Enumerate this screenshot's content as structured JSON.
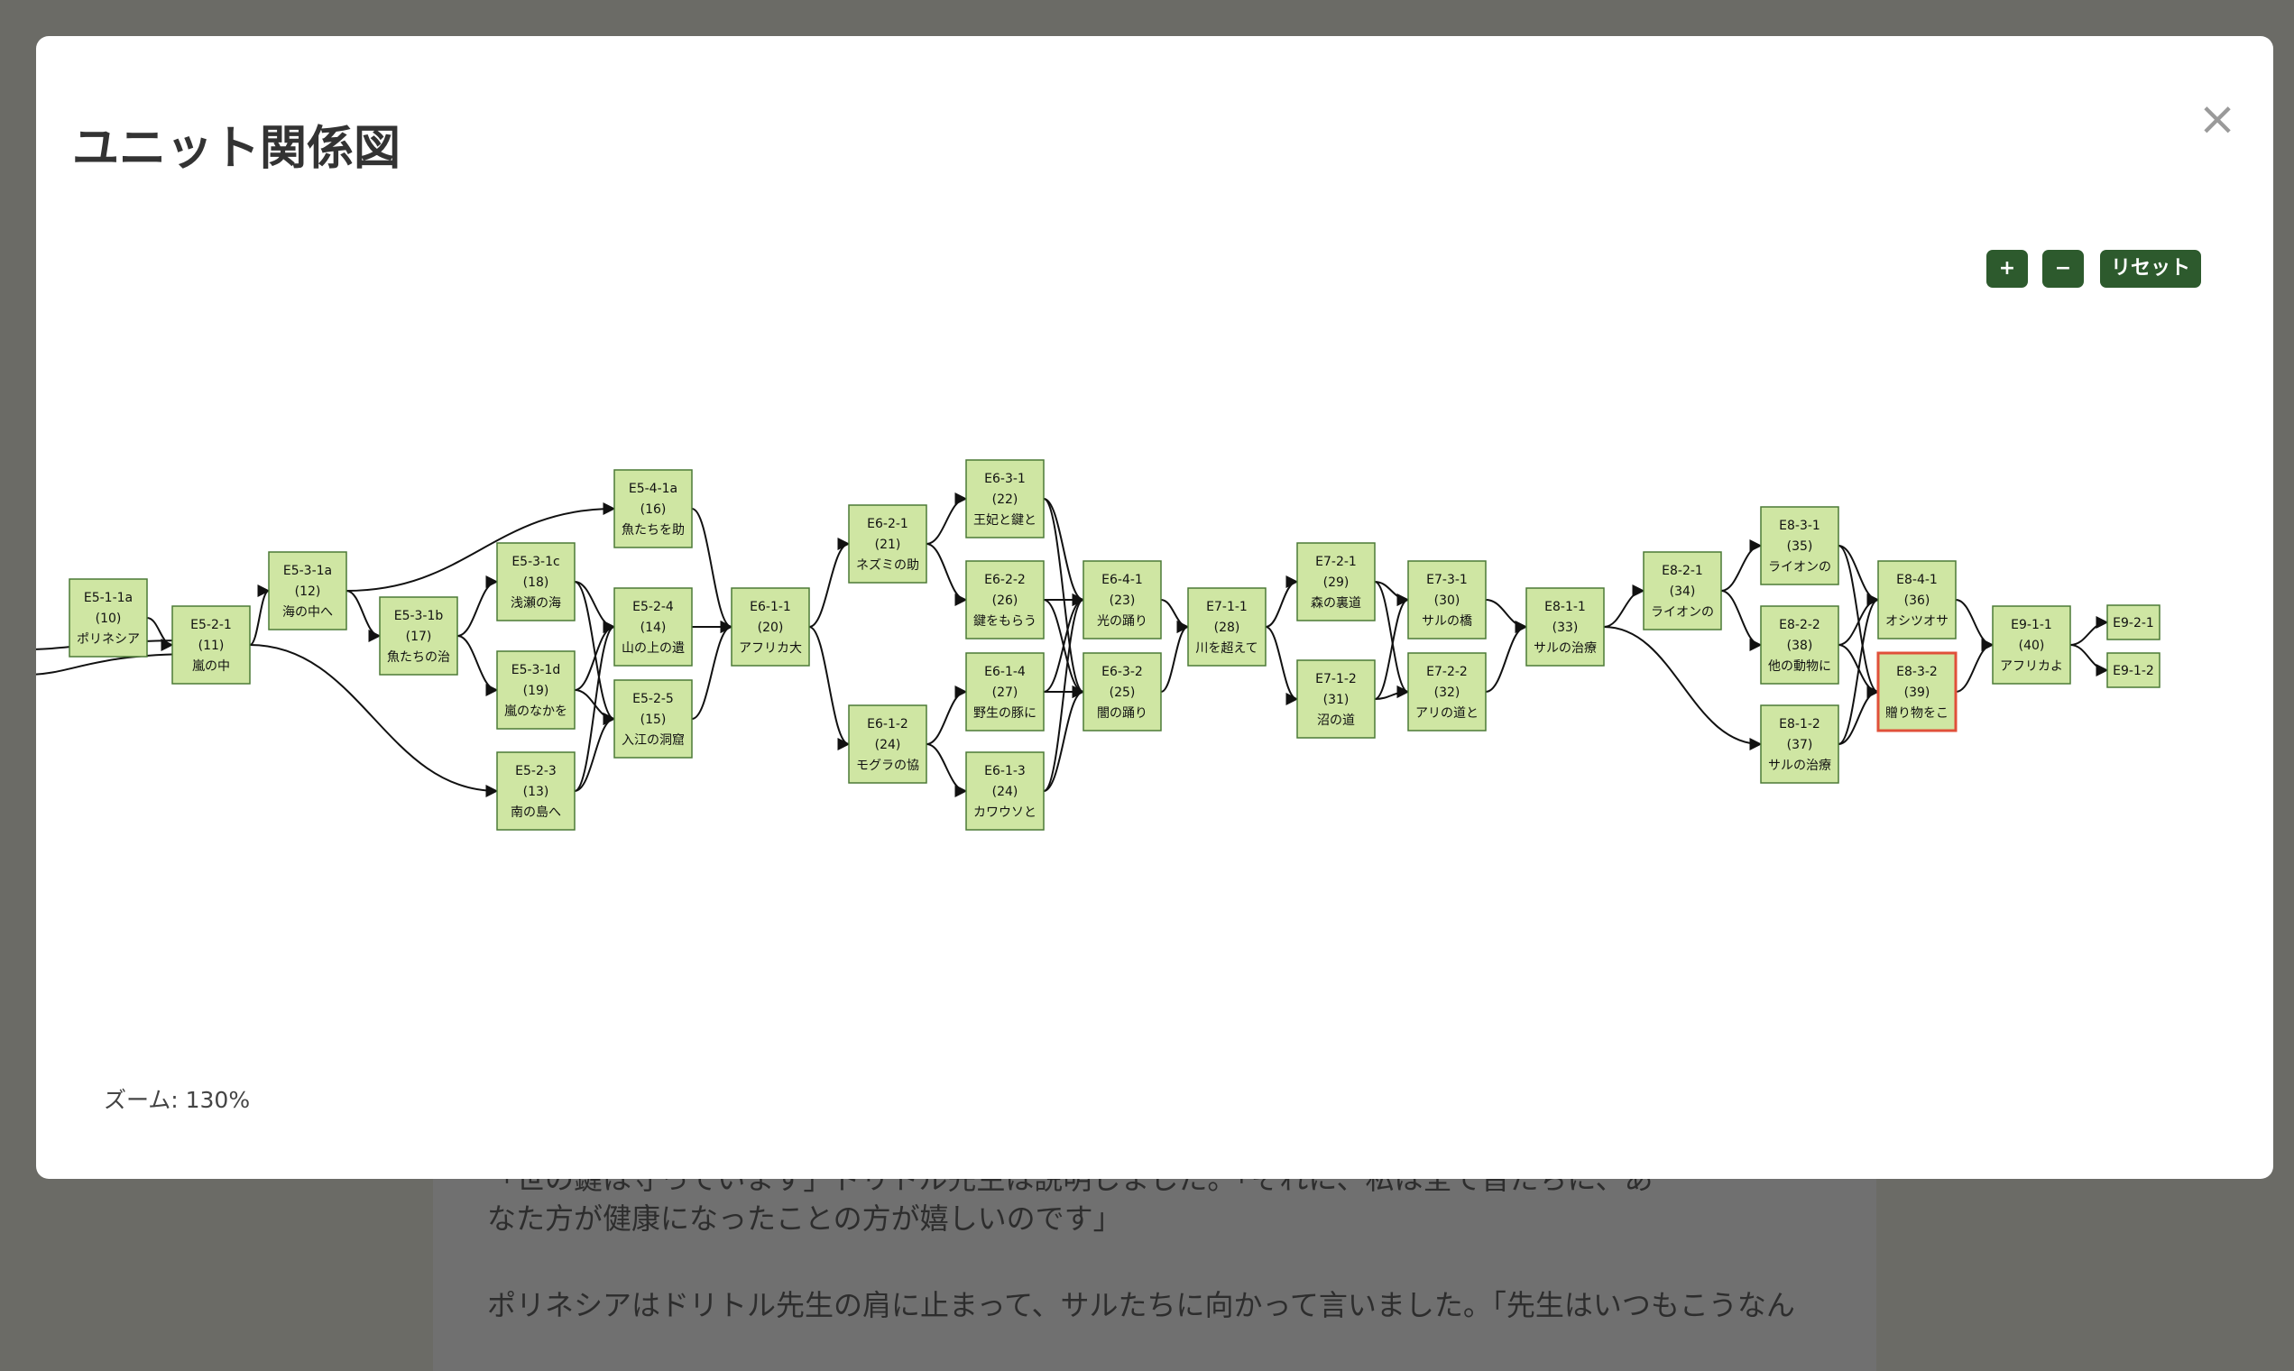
{
  "background": {
    "lines": [
      "「世の鍵は守っています」ドリトル先生は説明しました。「それに、私は全て皆たちに、あ",
      "なた方が健康になったことの方が嬉しいのです」",
      "ポリネシアはドリトル先生の肩に止まって、サルたちに向かって言いました。「先生はいつもこうなん"
    ]
  },
  "modal": {
    "title": "ユニット関係図",
    "close_label": "×",
    "zoom_in_label": "+",
    "zoom_out_label": "−",
    "reset_label": "リセット",
    "zoom_text": "ズーム: 130%"
  },
  "diagram": {
    "highlight_color": "#e0503a",
    "node_color": "#cfe6a3",
    "nodes": [
      {
        "id": "E5-1-1a",
        "num": "(10)",
        "label": "ポリネシア"
      },
      {
        "id": "E5-2-1",
        "num": "(11)",
        "label": "嵐の中"
      },
      {
        "id": "E5-3-1a",
        "num": "(12)",
        "label": "海の中へ"
      },
      {
        "id": "E5-3-1b",
        "num": "(17)",
        "label": "魚たちの治"
      },
      {
        "id": "E5-3-1c",
        "num": "(18)",
        "label": "浅瀬の海"
      },
      {
        "id": "E5-3-1d",
        "num": "(19)",
        "label": "嵐のなかを"
      },
      {
        "id": "E5-2-3",
        "num": "(13)",
        "label": "南の島へ"
      },
      {
        "id": "E5-4-1a",
        "num": "(16)",
        "label": "魚たちを助"
      },
      {
        "id": "E5-2-4",
        "num": "(14)",
        "label": "山の上の遺"
      },
      {
        "id": "E5-2-5",
        "num": "(15)",
        "label": "入江の洞窟"
      },
      {
        "id": "E6-1-1",
        "num": "(20)",
        "label": "アフリカ大"
      },
      {
        "id": "E6-2-1",
        "num": "(21)",
        "label": "ネズミの助"
      },
      {
        "id": "E6-1-2",
        "num": "(24)",
        "label": "モグラの協"
      },
      {
        "id": "E6-3-1",
        "num": "(22)",
        "label": "王妃と鍵と"
      },
      {
        "id": "E6-2-2",
        "num": "(26)",
        "label": "鍵をもらう"
      },
      {
        "id": "E6-1-4",
        "num": "(27)",
        "label": "野生の豚に"
      },
      {
        "id": "E6-1-3",
        "num": "(24)",
        "label": "カワウソと"
      },
      {
        "id": "E6-4-1",
        "num": "(23)",
        "label": "光の踊り"
      },
      {
        "id": "E6-3-2",
        "num": "(25)",
        "label": "闇の踊り"
      },
      {
        "id": "E7-1-1",
        "num": "(28)",
        "label": "川を超えて"
      },
      {
        "id": "E7-2-1",
        "num": "(29)",
        "label": "森の裏道"
      },
      {
        "id": "E7-1-2",
        "num": "(31)",
        "label": "沼の道"
      },
      {
        "id": "E7-3-1",
        "num": "(30)",
        "label": "サルの橋"
      },
      {
        "id": "E7-2-2",
        "num": "(32)",
        "label": "アリの道と"
      },
      {
        "id": "E8-1-1",
        "num": "(33)",
        "label": "サルの治療"
      },
      {
        "id": "E8-2-1",
        "num": "(34)",
        "label": "ライオンの"
      },
      {
        "id": "E8-3-1",
        "num": "(35)",
        "label": "ライオンの"
      },
      {
        "id": "E8-2-2",
        "num": "(38)",
        "label": "他の動物に"
      },
      {
        "id": "E8-1-2",
        "num": "(37)",
        "label": "サルの治療"
      },
      {
        "id": "E8-4-1",
        "num": "(36)",
        "label": "オシツオサ"
      },
      {
        "id": "E8-3-2",
        "num": "(39)",
        "label": "贈り物をこ",
        "highlighted": true
      },
      {
        "id": "E9-1-1",
        "num": "(40)",
        "label": "アフリカよ"
      },
      {
        "id": "E9-2-1",
        "num": "",
        "label": ""
      },
      {
        "id": "E9-1-2",
        "num": "",
        "label": ""
      }
    ],
    "edges": [
      [
        "E5-1-1a",
        "E5-2-1"
      ],
      [
        "E5-2-1",
        "E5-3-1a"
      ],
      [
        "E5-2-1",
        "E5-2-3"
      ],
      [
        "E5-3-1a",
        "E5-4-1a"
      ],
      [
        "E5-3-1a",
        "E5-3-1b"
      ],
      [
        "E5-3-1b",
        "E5-3-1c"
      ],
      [
        "E5-3-1b",
        "E5-3-1d"
      ],
      [
        "E5-3-1c",
        "E5-2-4"
      ],
      [
        "E5-3-1c",
        "E5-2-5"
      ],
      [
        "E5-3-1d",
        "E5-2-4"
      ],
      [
        "E5-3-1d",
        "E5-2-5"
      ],
      [
        "E5-2-3",
        "E5-2-4"
      ],
      [
        "E5-2-3",
        "E5-2-5"
      ],
      [
        "E5-4-1a",
        "E6-1-1"
      ],
      [
        "E5-2-4",
        "E6-1-1"
      ],
      [
        "E5-2-5",
        "E6-1-1"
      ],
      [
        "E6-1-1",
        "E6-2-1"
      ],
      [
        "E6-1-1",
        "E6-1-2"
      ],
      [
        "E6-2-1",
        "E6-3-1"
      ],
      [
        "E6-2-1",
        "E6-2-2"
      ],
      [
        "E6-1-2",
        "E6-1-4"
      ],
      [
        "E6-1-2",
        "E6-1-3"
      ],
      [
        "E6-3-1",
        "E6-4-1"
      ],
      [
        "E6-3-1",
        "E6-3-2"
      ],
      [
        "E6-2-2",
        "E6-4-1"
      ],
      [
        "E6-2-2",
        "E6-3-2"
      ],
      [
        "E6-1-4",
        "E6-4-1"
      ],
      [
        "E6-1-4",
        "E6-3-2"
      ],
      [
        "E6-1-3",
        "E6-4-1"
      ],
      [
        "E6-1-3",
        "E6-3-2"
      ],
      [
        "E6-4-1",
        "E7-1-1"
      ],
      [
        "E6-3-2",
        "E7-1-1"
      ],
      [
        "E7-1-1",
        "E7-2-1"
      ],
      [
        "E7-1-1",
        "E7-1-2"
      ],
      [
        "E7-2-1",
        "E7-3-1"
      ],
      [
        "E7-2-1",
        "E7-2-2"
      ],
      [
        "E7-1-2",
        "E7-3-1"
      ],
      [
        "E7-1-2",
        "E7-2-2"
      ],
      [
        "E7-3-1",
        "E8-1-1"
      ],
      [
        "E7-2-2",
        "E8-1-1"
      ],
      [
        "E8-1-1",
        "E8-2-1"
      ],
      [
        "E8-1-1",
        "E8-1-2"
      ],
      [
        "E8-2-1",
        "E8-3-1"
      ],
      [
        "E8-2-1",
        "E8-2-2"
      ],
      [
        "E8-3-1",
        "E8-4-1"
      ],
      [
        "E8-3-1",
        "E8-3-2"
      ],
      [
        "E8-2-2",
        "E8-4-1"
      ],
      [
        "E8-2-2",
        "E8-3-2"
      ],
      [
        "E8-1-2",
        "E8-4-1"
      ],
      [
        "E8-1-2",
        "E8-3-2"
      ],
      [
        "E8-4-1",
        "E9-1-1"
      ],
      [
        "E8-3-2",
        "E9-1-1"
      ],
      [
        "E9-1-1",
        "E9-2-1"
      ],
      [
        "E9-1-1",
        "E9-1-2"
      ]
    ]
  }
}
